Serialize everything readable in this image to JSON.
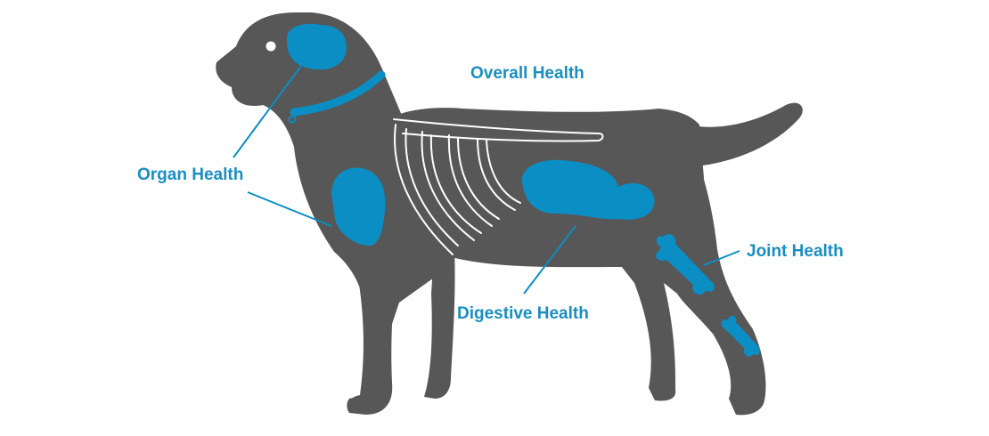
{
  "labels": {
    "overall": "Overall Health",
    "organ": "Organ Health",
    "joint": "Joint Health",
    "digestive": "Digestive Health"
  },
  "colors": {
    "body": "#575757",
    "accent": "#0a8ec4",
    "label": "#1a8ec0",
    "ribs": "#ffffff",
    "background": "#ffffff"
  }
}
